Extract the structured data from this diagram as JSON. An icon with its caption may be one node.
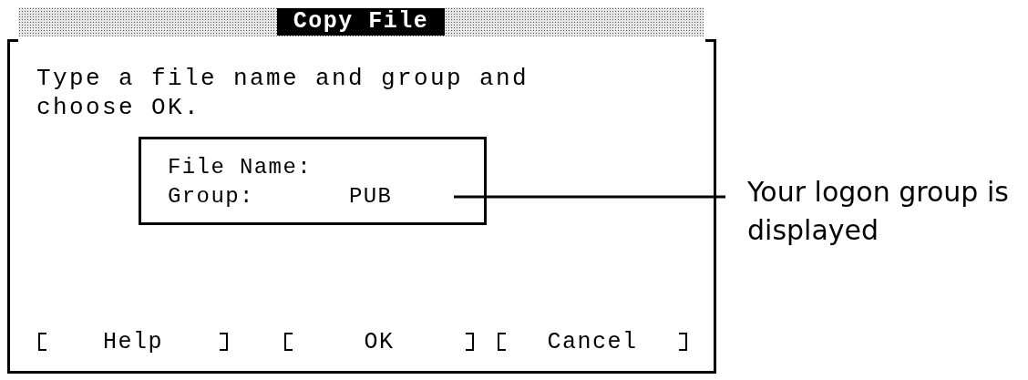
{
  "diagram": {
    "nodes": [
      {
        "text": [
          "Copy File",
          "Type a file name and group and choose OK."
        ]
      },
      {
        "text": [
          "File Name:",
          "Group:"
        ],
        "in": 0
      },
      {
        "text": [
          "PUB"
        ],
        "in": 1
      },
      {
        "text": [
          "Help"
        ],
        "in": 0
      },
      {
        "text": [
          "OK"
        ],
        "in": 0
      },
      {
        "text": [
          "Cancel"
        ],
        "in": 0
      },
      {
        "text": [
          "Your logon group is displayed"
        ]
      }
    ],
    "edges": [
      {
        "from": 6,
        "to": 2,
        "arrow": "none"
      }
    ]
  }
}
